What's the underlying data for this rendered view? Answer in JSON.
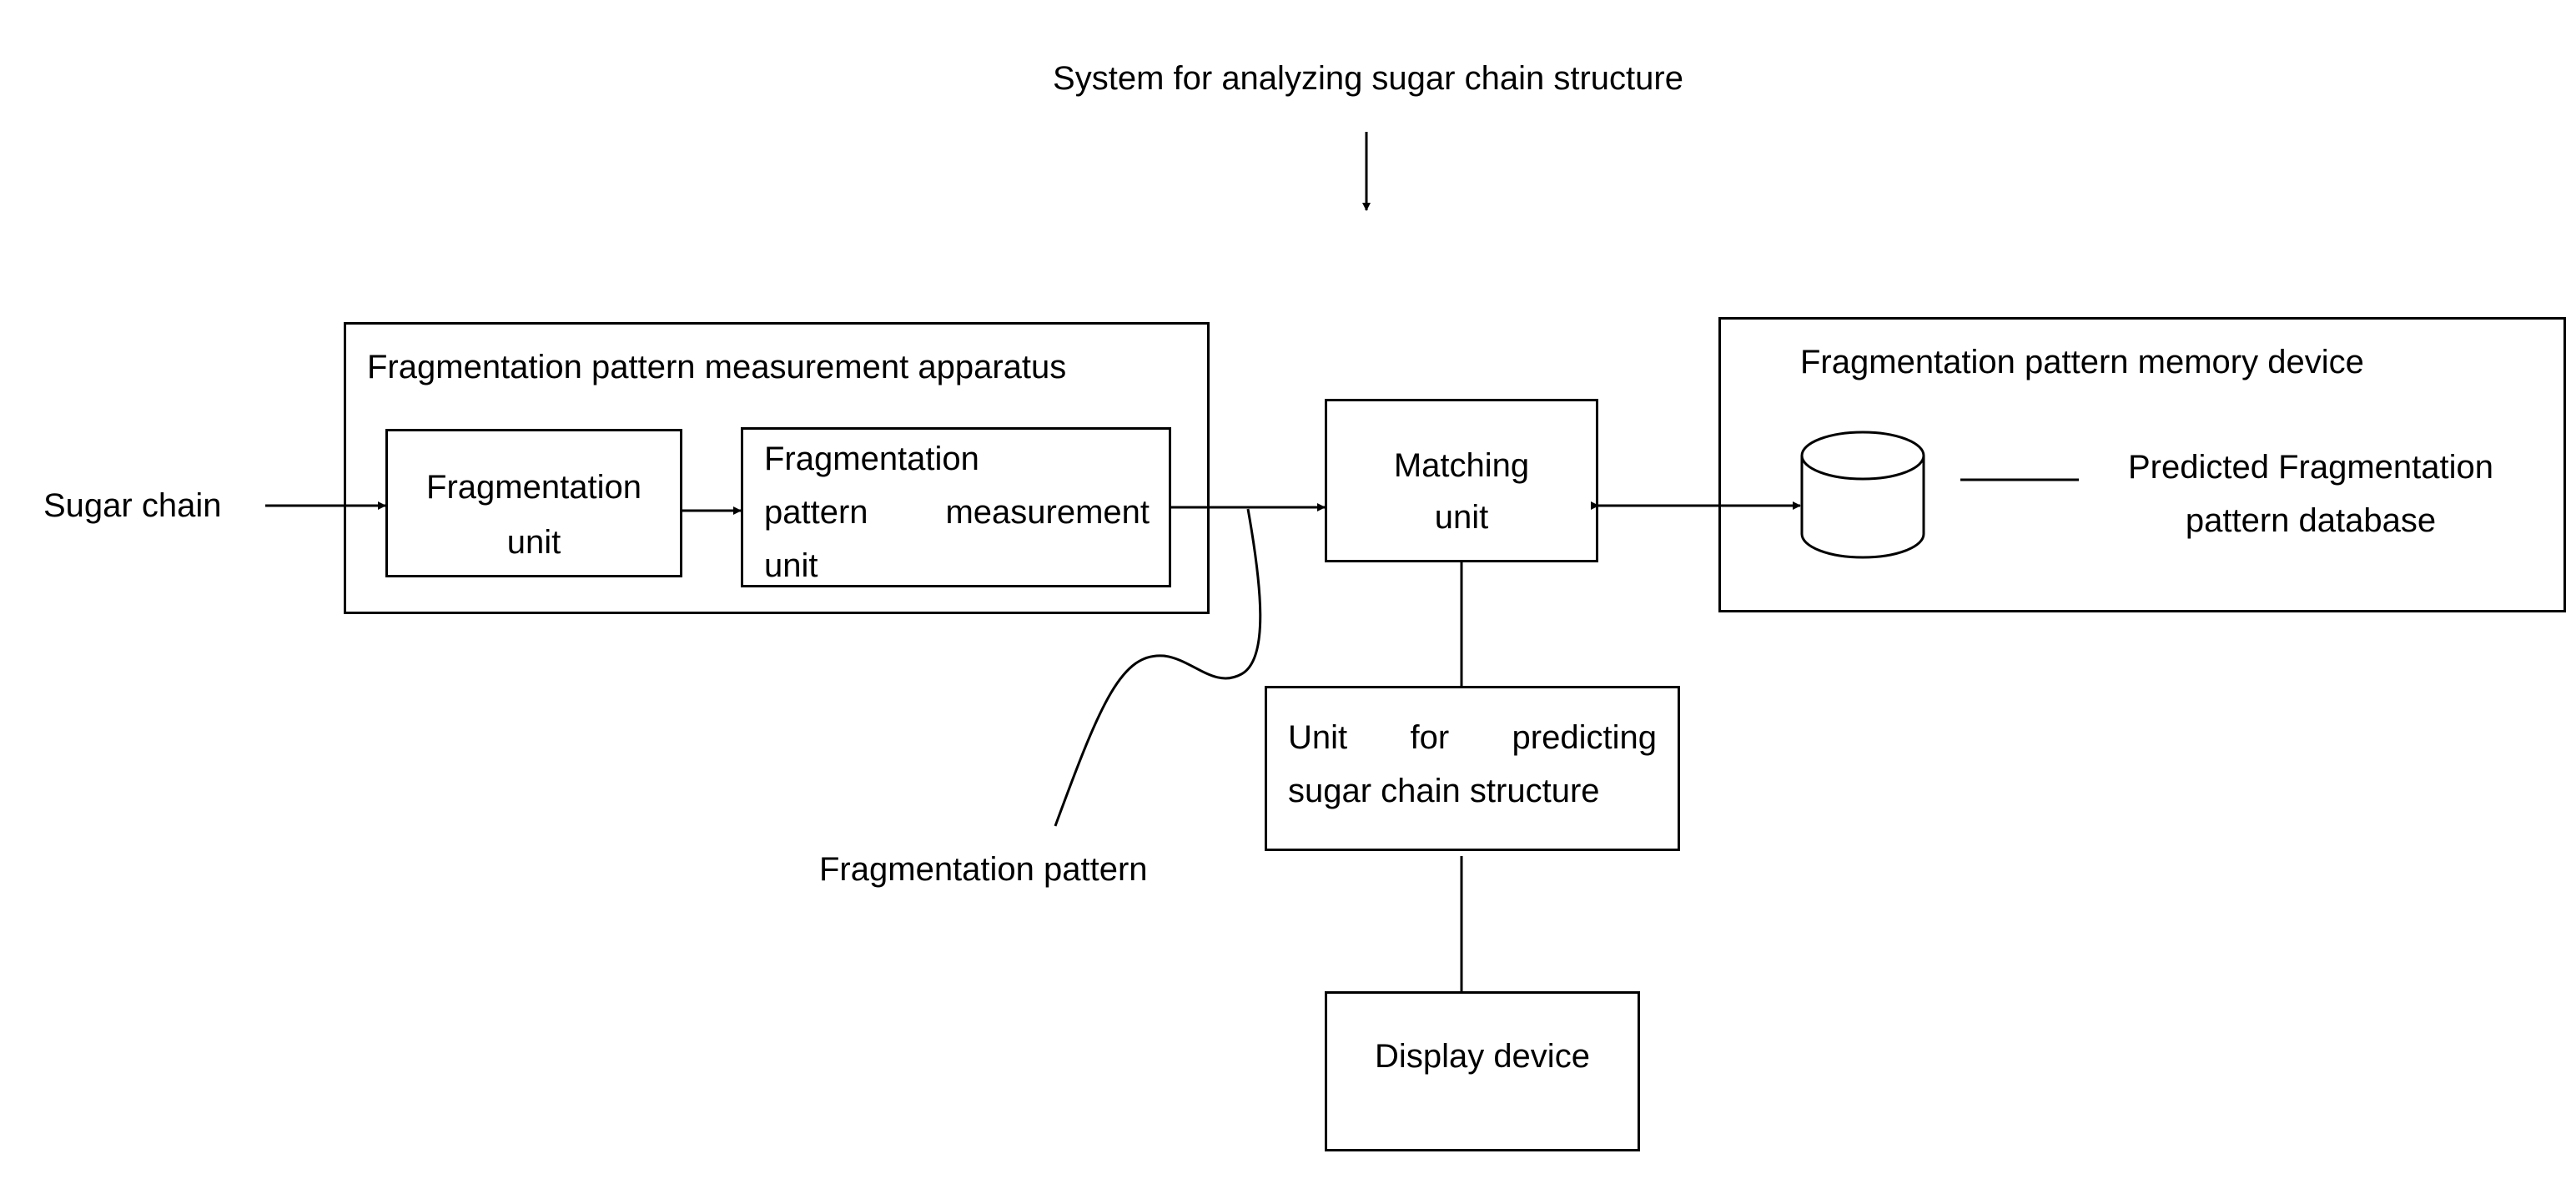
{
  "title": "System for analyzing sugar chain structure",
  "measurement_apparatus": {
    "title": "Fragmentation pattern measurement apparatus",
    "fragmentation_unit": [
      "Fragmentation",
      "unit"
    ],
    "measurement_unit": [
      "Fragmentation",
      "pattern measurement",
      "unit"
    ]
  },
  "input_label": "Sugar chain",
  "fragmentation_pattern_label": "Fragmentation pattern",
  "matching_unit": [
    "Matching",
    "unit"
  ],
  "memory_device": {
    "title": "Fragmentation pattern memory device",
    "database_label": [
      "Predicted Fragmentation",
      "pattern database"
    ]
  },
  "predicting_unit": [
    "Unit for predicting",
    "sugar chain structure"
  ],
  "display_device": "Display device",
  "colors": {
    "line": "#000000",
    "background": "#ffffff"
  }
}
